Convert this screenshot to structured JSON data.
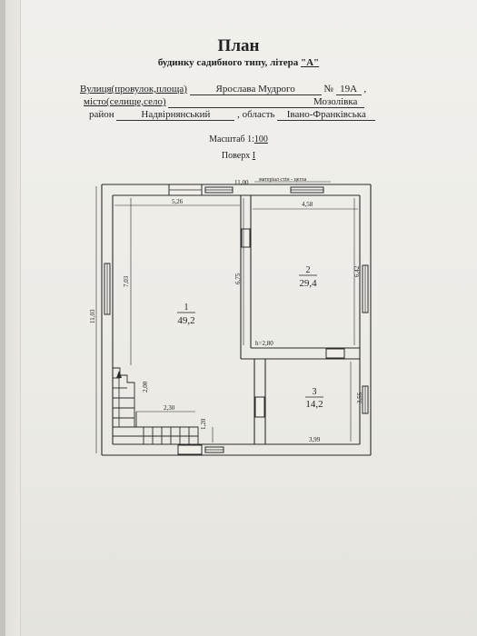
{
  "header": {
    "title": "План",
    "subtitle_prefix": "будинку садибного типу, літера ",
    "subtitle_letter": "\"А\""
  },
  "address": {
    "street_label": "Вулиця(провулок,площа)",
    "street_value": "Ярослава Мудрого",
    "number_label": "№",
    "number_value": "19А",
    "comma1": ",",
    "city_label": "місто(селище,село)",
    "city_value": "Мозолівка",
    "district_label": "район",
    "district_value": "Надвірнянський",
    "region_label": ", область",
    "region_value": "Івано-Франківська"
  },
  "scale": {
    "label": "Масштаб 1:",
    "value": "100"
  },
  "floor": {
    "label": "Поверх",
    "value": "I"
  },
  "plan": {
    "dim_top_total": "11,00",
    "material_note": "матеріал стін - цегла",
    "dim_top_room1": "5,26",
    "dim_top_room2": "4,58",
    "dim_left_outer": "11,03",
    "dim_left_inner": "7,03",
    "dim_mid_wall": "6,75",
    "dim_right_room2": "6,42",
    "dim_height": "h=2,80",
    "dim_stair_v": "2,00",
    "dim_stair_h": "2,30",
    "dim_bottom_small": "1,20",
    "dim_room3_bottom": "3,99",
    "dim_room3_right": "3,55",
    "rooms": [
      {
        "number": "1",
        "area": "49,2"
      },
      {
        "number": "2",
        "area": "29,4"
      },
      {
        "number": "3",
        "area": "14,2"
      }
    ]
  }
}
